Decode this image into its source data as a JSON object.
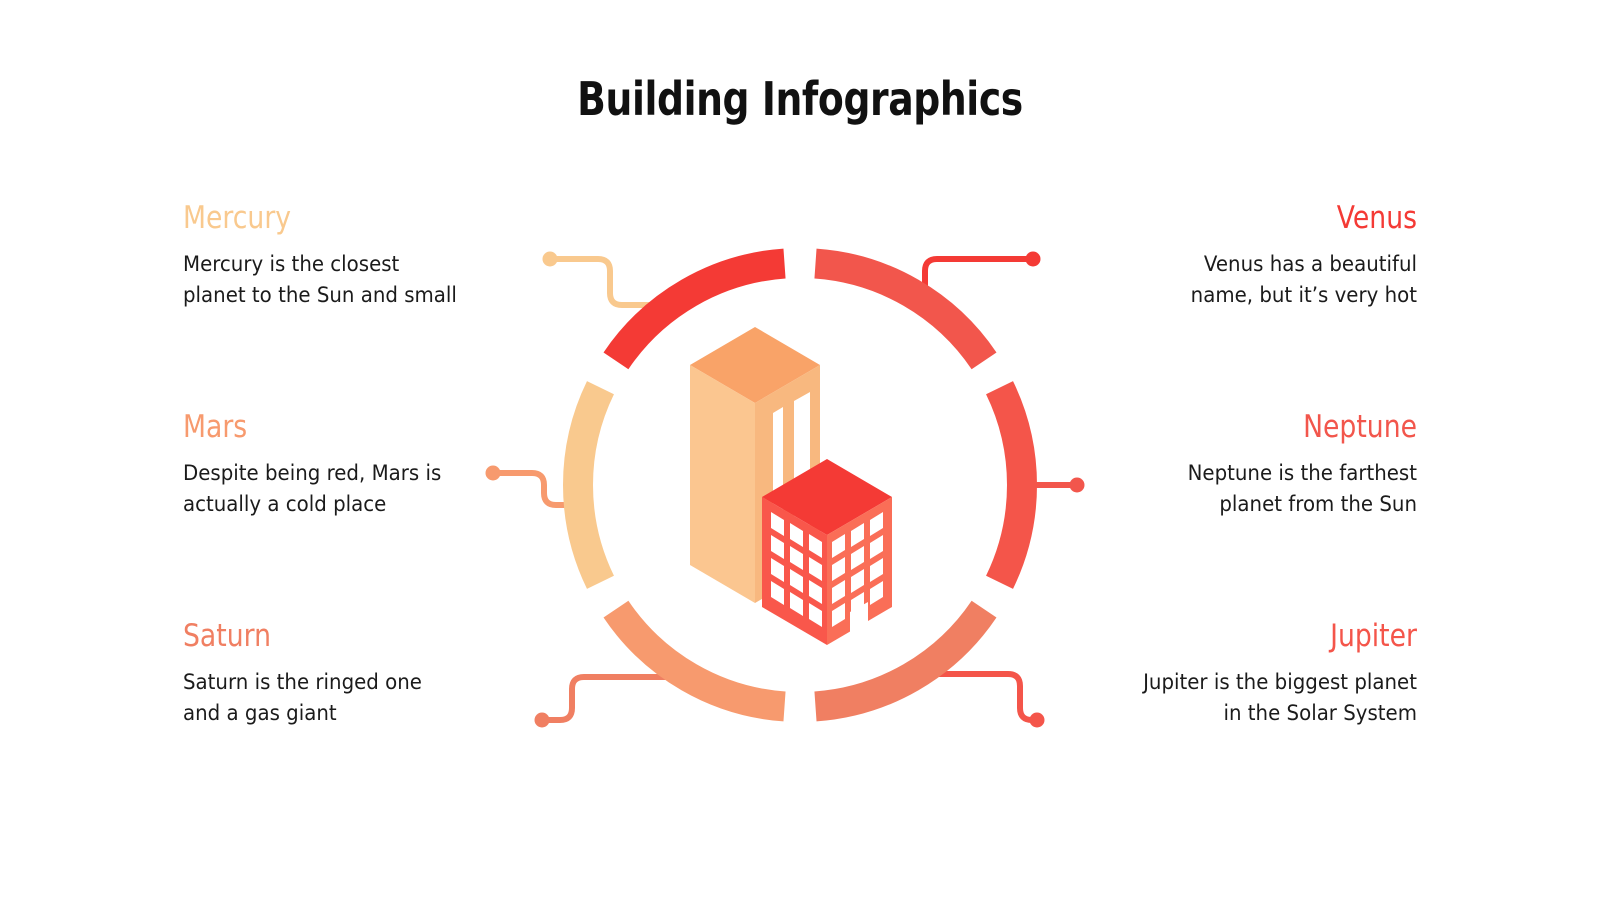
{
  "slide": {
    "title": "Building Infographics",
    "background_color": "#FFFFFF",
    "center_icon": "isometric-buildings-icon"
  },
  "palette": {
    "mercury": "#F9C98E",
    "mars": "#F79A6E",
    "saturn": "#F07F62",
    "venus": "#F43A35",
    "neptune": "#F2564C",
    "jupiter": "#F4554A",
    "body_text": "#1B1B1B",
    "title_text": "#111111",
    "building_light": "#FBC690",
    "building_light_top": "#F9A368",
    "building_light_side": "#F8B87F",
    "building_red": "#F9574B",
    "building_red_top": "#F43A35",
    "building_red_side": "#FA6E57"
  },
  "items": [
    {
      "key": "mercury",
      "side": "left",
      "heading": "Mercury",
      "body": "Mercury is the closest planet to the Sun and small",
      "color": "#F9C98E",
      "segment_label": "mercury-segment"
    },
    {
      "key": "mars",
      "side": "left",
      "heading": "Mars",
      "body": "Despite being red, Mars is actually a cold place",
      "color": "#F79A6E",
      "segment_label": "mars-segment"
    },
    {
      "key": "saturn",
      "side": "left",
      "heading": "Saturn",
      "body": "Saturn is the ringed one and a gas giant",
      "color": "#F07F62",
      "segment_label": "saturn-segment"
    },
    {
      "key": "venus",
      "side": "right",
      "heading": "Venus",
      "body": "Venus has a beautiful name, but it’s very hot",
      "color": "#F43A35",
      "segment_label": "venus-segment"
    },
    {
      "key": "neptune",
      "side": "right",
      "heading": "Neptune",
      "body": "Neptune is the farthest planet from the Sun",
      "color": "#F2564C",
      "segment_label": "neptune-segment"
    },
    {
      "key": "jupiter",
      "side": "right",
      "heading": "Jupiter",
      "body": "Jupiter is the biggest planet in the Solar System",
      "color": "#F4554A",
      "segment_label": "jupiter-segment"
    }
  ],
  "chart_data": {
    "type": "pie",
    "title": "Building Infographics",
    "subtitle": "",
    "variant": "donut-segments",
    "legend_position": "sides",
    "labels": [
      "Mercury",
      "Venus",
      "Neptune",
      "Jupiter",
      "Saturn",
      "Mars"
    ],
    "values": [
      16.67,
      16.67,
      16.67,
      16.67,
      16.67,
      16.67
    ],
    "colors": [
      "#F9C98E",
      "#F43A35",
      "#F2564C",
      "#F4554A",
      "#F07F62",
      "#F79A6E"
    ],
    "segment_angles_deg": [
      {
        "label": "Mercury",
        "start": 244,
        "end": 296
      },
      {
        "label": "Venus",
        "start": 304,
        "end": 356
      },
      {
        "label": "Neptune",
        "start": 4,
        "end": 56
      },
      {
        "label": "Jupiter",
        "start": 64,
        "end": 116
      },
      {
        "label": "Saturn",
        "start": 124,
        "end": 176
      },
      {
        "label": "Mars",
        "start": 184,
        "end": 236
      }
    ],
    "annotations": [
      "Mercury is the closest planet to the Sun and small",
      "Venus has a beautiful name, but it’s very hot",
      "Neptune is the farthest planet from the Sun",
      "Jupiter is the biggest planet in the Solar System",
      "Saturn is the ringed one and a gas giant",
      "Despite being red, Mars is actually a cold place"
    ],
    "xlabel": "",
    "ylabel": "",
    "grid": false
  }
}
